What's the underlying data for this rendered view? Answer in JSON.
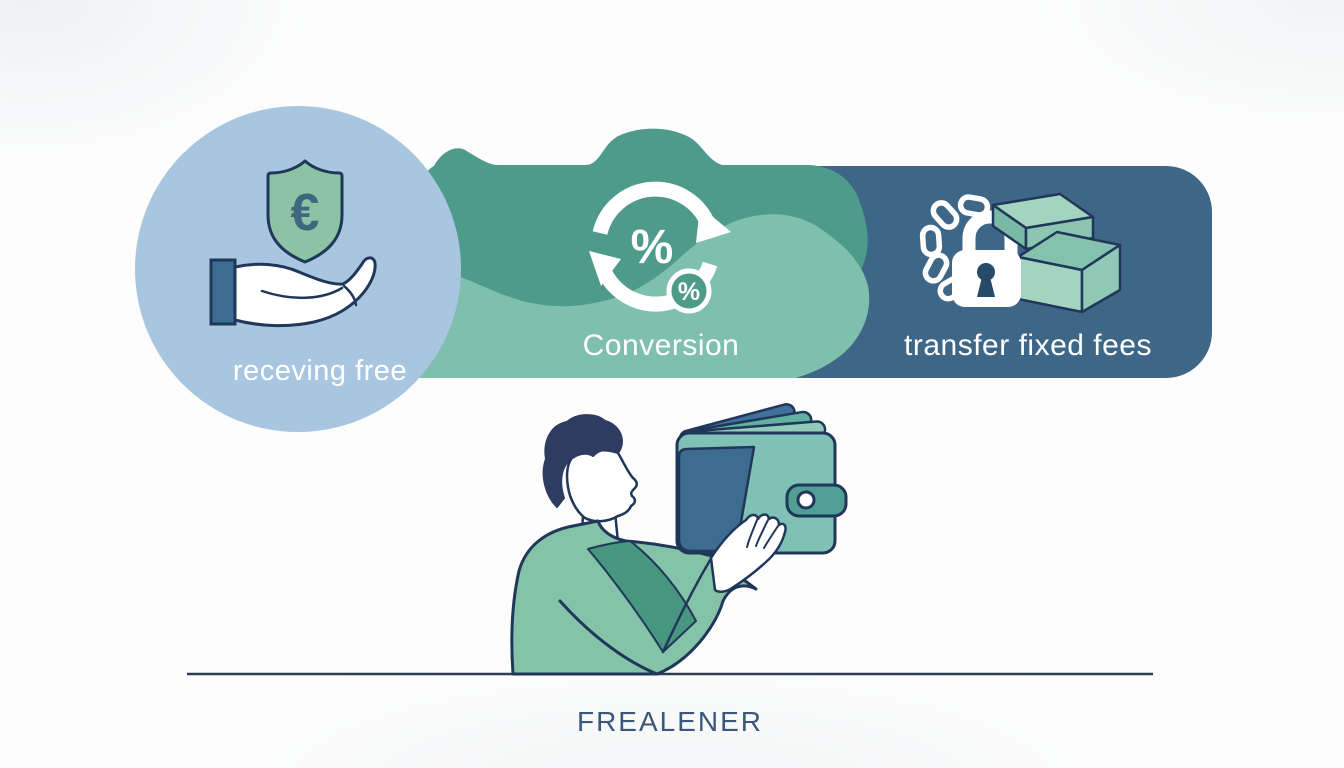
{
  "banner": {
    "sections": [
      {
        "id": "receiving-fee",
        "label": "receving free",
        "icon": "hand-shield-euro-icon"
      },
      {
        "id": "conversion",
        "label": "Conversion",
        "icon": "percent-cycle-icon"
      },
      {
        "id": "transfer",
        "label": "transfer fixed fees",
        "icon": "lock-chain-parcels-icon"
      }
    ]
  },
  "glyphs": {
    "euro": "€",
    "percent_large": "%",
    "percent_small": "%"
  },
  "caption": {
    "text": "FREALENER"
  },
  "figure": {
    "description": "person holding open wallet"
  },
  "colors": {
    "circle_bg": "#a9c6e0",
    "teal_dark": "#4f9b8b",
    "teal_light": "#7fbfad",
    "band_blue": "#3e6687",
    "outline": "#21375a",
    "hair": "#2d3c60",
    "shield_green": "#8cc3a5",
    "euro": "#3f677e",
    "sweater": "#84c3a8",
    "sweater_shadow": "#479680",
    "wallet_teal": "#7fc2b5",
    "wallet_blue": "#3c6c90",
    "strap": "#519e95",
    "bill_blue": "#41709a",
    "bill_mid": "#62b0a2",
    "bill_light": "#93cbba",
    "slab_top": "#a3d4c0",
    "slab_left": "#79b9a6",
    "slab_front": "#8cc6b2",
    "cube_top": "#85c2ae",
    "cube_front": "#a2d4c0",
    "cube_right": "#8fc9b6",
    "keyhole": "#264b68",
    "icon_white": "#ffffff",
    "label": "#ffffff",
    "caption": "#3c5777",
    "baseline": "#2e3e55"
  }
}
